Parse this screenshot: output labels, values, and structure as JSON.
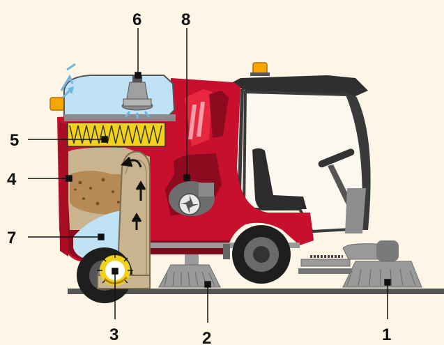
{
  "callouts": [
    {
      "id": "1",
      "label": "1"
    },
    {
      "id": "2",
      "label": "2"
    },
    {
      "id": "3",
      "label": "3"
    },
    {
      "id": "4",
      "label": "4"
    },
    {
      "id": "5",
      "label": "5"
    },
    {
      "id": "6",
      "label": "6"
    },
    {
      "id": "7",
      "label": "7"
    },
    {
      "id": "8",
      "label": "8"
    }
  ],
  "colors": {
    "background": "#fdf5e6",
    "body_red": "#c8102e",
    "body_dark_red": "#8e0b1f",
    "cab_frame": "#3a3a3a",
    "hopper_tan": "#c9b48f",
    "debris": "#a0703a",
    "filter_yellow": "#f2d21c",
    "water_blue": "#bfe3f5",
    "beacon_orange": "#f7a800",
    "brush_gray": "#8a8a8a",
    "ground": "#555555"
  },
  "icons": [
    "beacon-icon",
    "fan-icon",
    "engine-icon",
    "steering-wheel-icon",
    "seat-icon",
    "airflow-arrow-icon"
  ]
}
